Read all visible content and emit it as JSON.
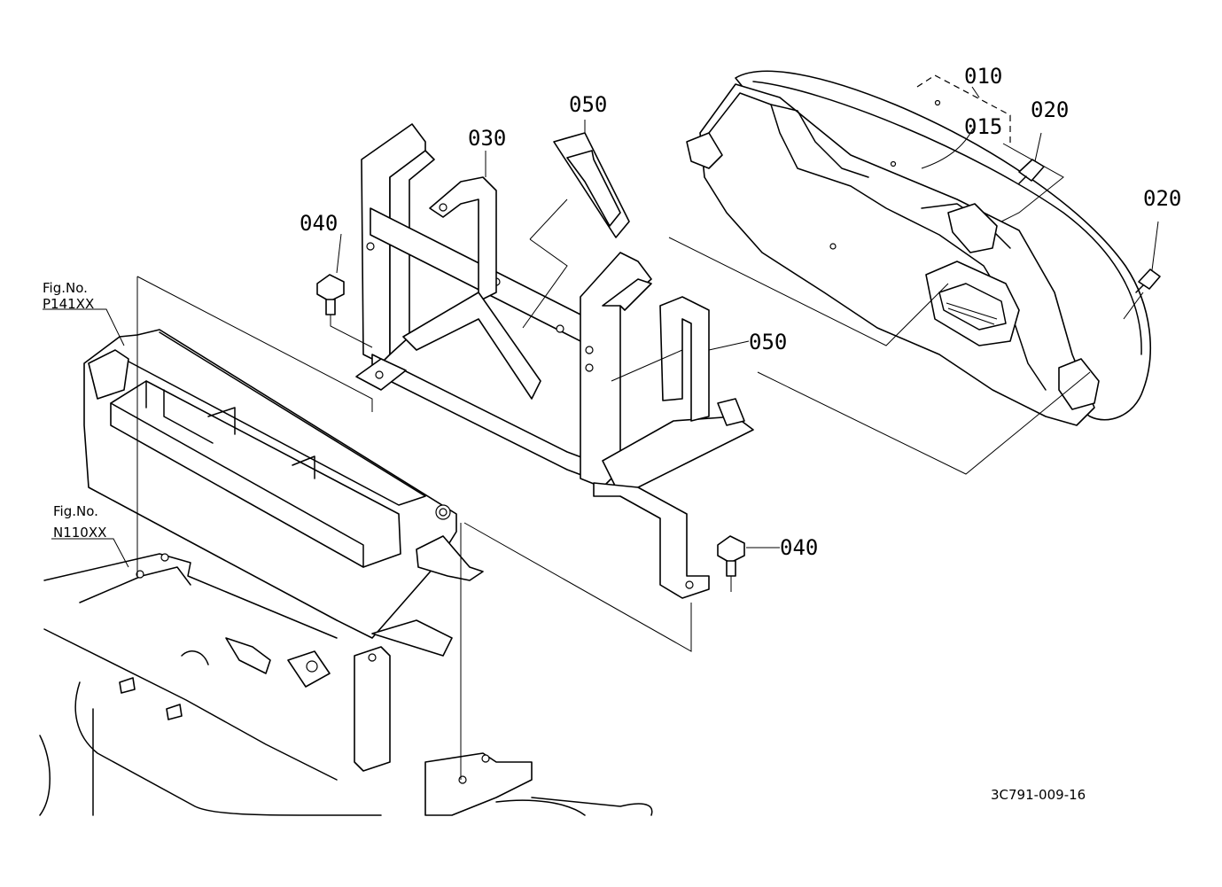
{
  "diagram": {
    "callouts": {
      "c010": "010",
      "c015": "015",
      "c020_a": "020",
      "c020_b": "020",
      "c030": "030",
      "c040_a": "040",
      "c040_b": "040",
      "c050_a": "050",
      "c050_b": "050"
    },
    "references": {
      "p141": {
        "line1": "Fig.No.",
        "line2": "P141XX"
      },
      "n110": {
        "line1": "Fig.No.",
        "line2": "N110XX"
      }
    },
    "drawing_code": "3C791-009-16"
  }
}
